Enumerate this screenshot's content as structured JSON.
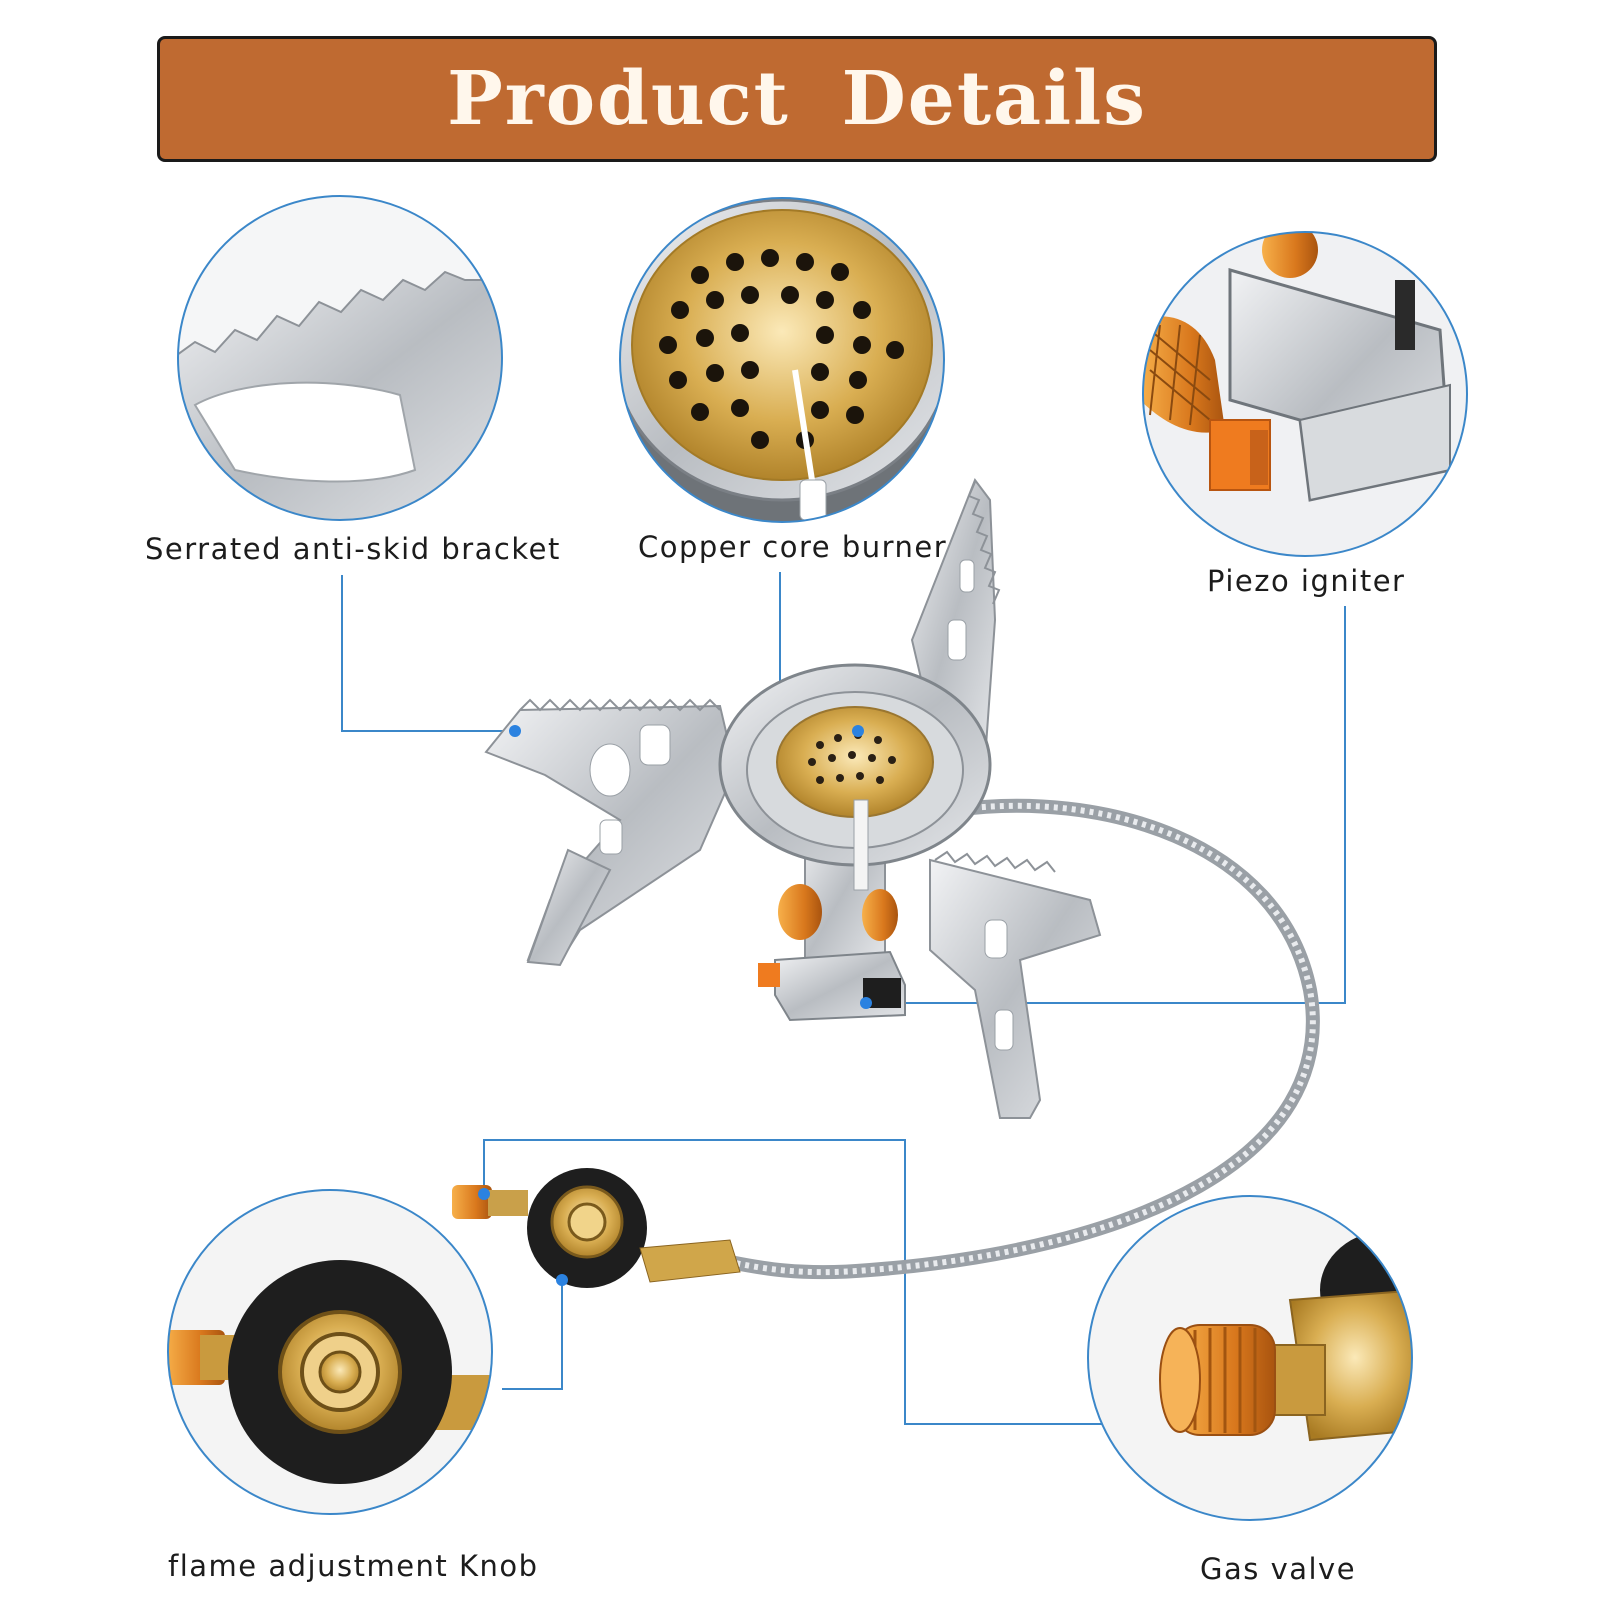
{
  "banner": {
    "title": "Product Details",
    "background": "#bf6a31",
    "text_color": "#fff7ec"
  },
  "colors": {
    "callout_line": "#3b87c9",
    "callout_dot": "#2b82e0",
    "steel": "#c9ccd0",
    "brass": "#d8a83c",
    "knob_orange": "#e08a2a",
    "rubber": "#1e1e1e"
  },
  "callouts": [
    {
      "id": "bracket",
      "label": "Serrated anti-skid bracket",
      "icon": "serrated-bracket-closeup"
    },
    {
      "id": "burner",
      "label": "Copper core burner",
      "icon": "copper-burner-closeup"
    },
    {
      "id": "igniter",
      "label": "Piezo igniter",
      "icon": "piezo-igniter-closeup"
    },
    {
      "id": "knob",
      "label": "flame adjustment Knob",
      "icon": "flame-knob-closeup"
    },
    {
      "id": "valve",
      "label": "Gas valve",
      "icon": "gas-valve-closeup"
    }
  ],
  "product": {
    "icon": "camping-stove"
  }
}
